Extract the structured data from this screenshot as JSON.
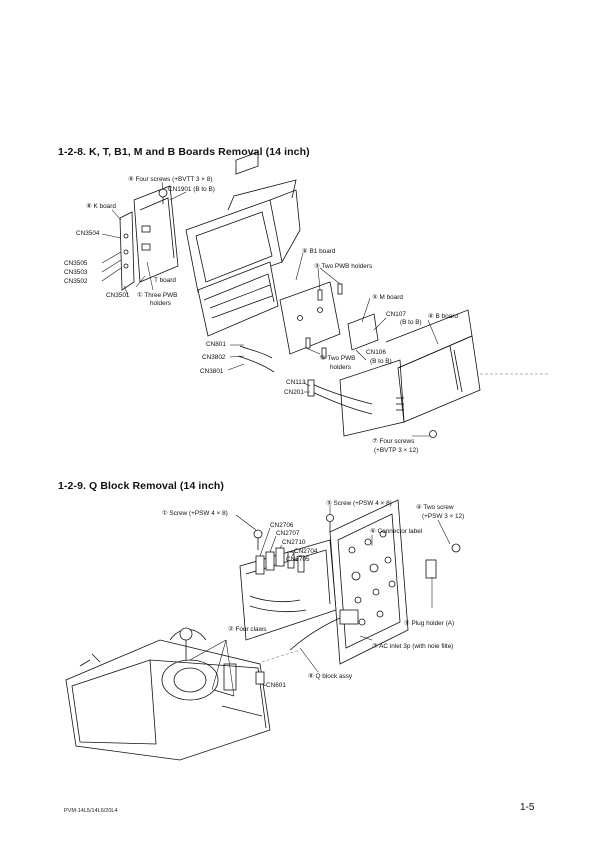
{
  "sections": [
    {
      "title": "1-2-8.  K, T, B1, M and B Boards Removal (14 inch)"
    },
    {
      "title": "1-2-9.  Q Block Removal (14 inch)"
    }
  ],
  "labels_boards": {
    "four_screws_bvtt": "⑨ Four screws (+BVTT 3 × 8)",
    "cn1901": "CN1901 (B to B)",
    "k_board": "⑧ K board",
    "cn3504": "CN3504",
    "cn3505": "CN3505",
    "cn3503": "CN3503",
    "cn3502": "CN3502",
    "t_board": "T board",
    "cn3501": "CN3501",
    "three_pwb_1": "① Three PWB",
    "three_pwb_2": "holders",
    "b1_board": "⑥ B1 board",
    "two_pwb_holders_top": "③ Two PWB holders",
    "m_board": "⑤ M board",
    "cn107_1": "CN107",
    "cn107_2": "(B to B)",
    "b_board": "⑥ B board",
    "cn801": "CN801",
    "cn3802": "CN3802",
    "cn3801": "CN3801",
    "cn106_1": "CN106",
    "cn106_2": "(B to B)",
    "two_pwb_lower_1": "④ Two PWB",
    "two_pwb_lower_2": "holders",
    "cn113": "CN113",
    "cn201": "CN201",
    "four_screws_bvtp_1": "⑦ Four screws",
    "four_screws_bvtp_2": "(+BVTP 3 × 12)"
  },
  "labels_qblock": {
    "screw_1": "① Screw (+PSW 4 × 8)",
    "screw_3": "③ Screw (+PSW 4 × 8)",
    "two_screw_1": "④ Two screw",
    "two_screw_2": "(+PSW 3 × 12)",
    "connector_label": "⑥ Connector label",
    "cn2706": "CN2706",
    "cn2707": "CN2707",
    "cn2710": "CN2710",
    "cn2704": "CN2704",
    "cn2705": "CN2705",
    "plug_holder": "⑤ Plug holder (A)",
    "four_claws": "② Four claws",
    "ac_inlet": "⑦ AC inlet 3p (with noie filte)",
    "q_block": "⑧ Q block assy",
    "cn601": "CN601"
  },
  "footer": {
    "model": "PVM-14L5/14L6/20L4",
    "page": "1-5"
  }
}
